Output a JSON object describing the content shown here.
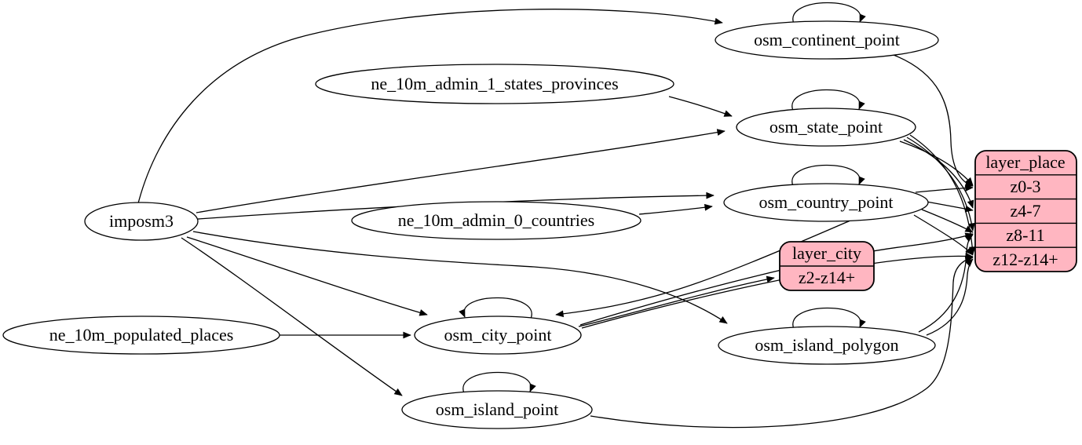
{
  "diagram": {
    "kind": "directed-graph",
    "colors": {
      "background": "#FFFFFF",
      "node_fill": "#FFFFFF",
      "record_fill": "#FFB6C1",
      "stroke": "#000000",
      "text": "#000000"
    },
    "nodes": {
      "imposm3": {
        "label": "imposm3",
        "shape": "ellipse"
      },
      "ne_10m_populated_places": {
        "label": "ne_10m_populated_places",
        "shape": "ellipse"
      },
      "ne_10m_admin_1_states_provinces": {
        "label": "ne_10m_admin_1_states_provinces",
        "shape": "ellipse"
      },
      "ne_10m_admin_0_countries": {
        "label": "ne_10m_admin_0_countries",
        "shape": "ellipse"
      },
      "osm_continent_point": {
        "label": "osm_continent_point",
        "shape": "ellipse"
      },
      "osm_state_point": {
        "label": "osm_state_point",
        "shape": "ellipse"
      },
      "osm_country_point": {
        "label": "osm_country_point",
        "shape": "ellipse"
      },
      "osm_city_point": {
        "label": "osm_city_point",
        "shape": "ellipse"
      },
      "osm_island_polygon": {
        "label": "osm_island_polygon",
        "shape": "ellipse"
      },
      "osm_island_point": {
        "label": "osm_island_point",
        "shape": "ellipse"
      },
      "layer_place": {
        "label": "layer_place",
        "shape": "record",
        "rows": [
          "z0-3",
          "z4-7",
          "z8-11",
          "z12-z14+"
        ]
      },
      "layer_city": {
        "label": "layer_city",
        "shape": "record",
        "rows": [
          "z2-z14+"
        ]
      }
    },
    "edges": [
      {
        "from": "imposm3",
        "to": "osm_continent_point"
      },
      {
        "from": "imposm3",
        "to": "osm_state_point"
      },
      {
        "from": "imposm3",
        "to": "osm_country_point"
      },
      {
        "from": "imposm3",
        "to": "osm_city_point"
      },
      {
        "from": "imposm3",
        "to": "osm_island_polygon"
      },
      {
        "from": "imposm3",
        "to": "osm_island_point"
      },
      {
        "from": "ne_10m_admin_1_states_provinces",
        "to": "osm_state_point"
      },
      {
        "from": "ne_10m_admin_0_countries",
        "to": "osm_country_point"
      },
      {
        "from": "ne_10m_populated_places",
        "to": "osm_city_point"
      },
      {
        "from": "osm_continent_point",
        "to": "osm_continent_point"
      },
      {
        "from": "osm_state_point",
        "to": "osm_state_point"
      },
      {
        "from": "osm_country_point",
        "to": "osm_country_point"
      },
      {
        "from": "osm_city_point",
        "to": "osm_city_point"
      },
      {
        "from": "osm_island_polygon",
        "to": "osm_island_polygon"
      },
      {
        "from": "osm_island_point",
        "to": "osm_island_point"
      },
      {
        "from": "osm_country_point",
        "to": "osm_city_point"
      },
      {
        "from": "osm_city_point",
        "to": "layer_city:z2-z14+"
      },
      {
        "from": "osm_continent_point",
        "to": "layer_place:z0-3"
      },
      {
        "from": "osm_state_point",
        "to": "layer_place:z0-3"
      },
      {
        "from": "osm_state_point",
        "to": "layer_place:z4-7"
      },
      {
        "from": "osm_state_point",
        "to": "layer_place:z8-11"
      },
      {
        "from": "osm_state_point",
        "to": "layer_place:z12-z14+"
      },
      {
        "from": "osm_country_point",
        "to": "layer_place:z0-3"
      },
      {
        "from": "osm_country_point",
        "to": "layer_place:z4-7"
      },
      {
        "from": "osm_country_point",
        "to": "layer_place:z8-11"
      },
      {
        "from": "osm_country_point",
        "to": "layer_place:z12-z14+"
      },
      {
        "from": "osm_city_point",
        "to": "layer_place:z8-11"
      },
      {
        "from": "osm_city_point",
        "to": "layer_place:z12-z14+"
      },
      {
        "from": "osm_island_polygon",
        "to": "layer_place:z8-11"
      },
      {
        "from": "osm_island_polygon",
        "to": "layer_place:z12-z14+"
      },
      {
        "from": "osm_island_point",
        "to": "layer_place:z12-z14+"
      }
    ]
  }
}
